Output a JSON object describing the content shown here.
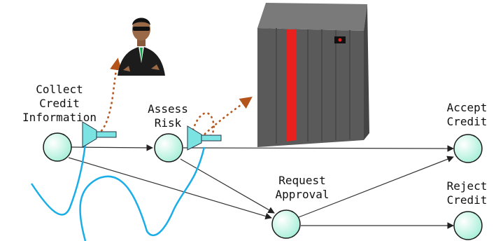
{
  "nodes": {
    "collect": {
      "label": [
        "Collect",
        "Credit",
        "Information"
      ]
    },
    "assess": {
      "label": [
        "Assess",
        "Risk"
      ]
    },
    "request": {
      "label": [
        "Request",
        "Approval"
      ]
    },
    "accept": {
      "label": [
        "Accept",
        "Credit"
      ]
    },
    "reject": {
      "label": [
        "Reject",
        "Credit"
      ]
    }
  },
  "colors": {
    "node_fill": "#c8f5e6",
    "node_stroke": "#1a1a1a",
    "edge": "#333333",
    "probe": "#7ce3e3",
    "dotted_flow": "#b5541a",
    "wire": "#1aaee8",
    "server_body": "#5a5a5a",
    "server_stripe": "#e8201e"
  },
  "icons": {
    "person": "businessman-icon",
    "server": "mainframe-server-icon",
    "probe": "funnel-probe-icon"
  }
}
